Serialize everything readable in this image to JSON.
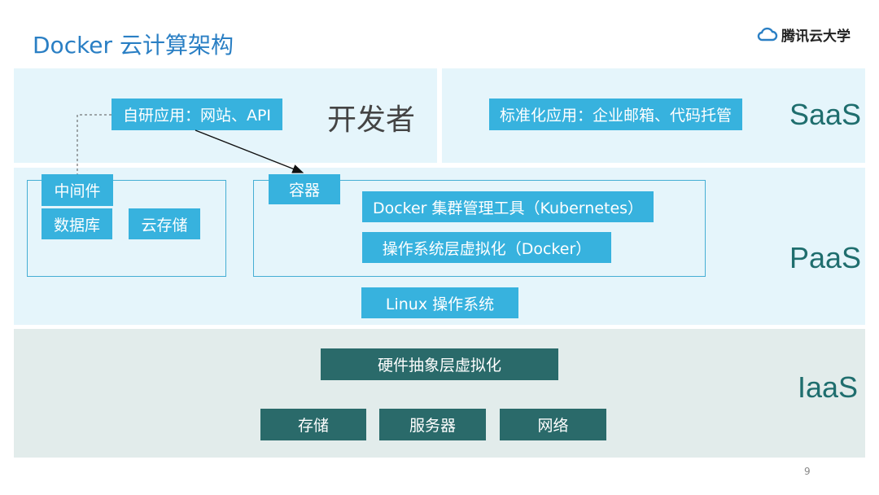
{
  "title": "Docker 云计算架构",
  "logo": {
    "text": "腾讯云大学",
    "icon": "cloud-icon",
    "color": "#2a7fc4"
  },
  "layers": {
    "saas": "SaaS",
    "paas": "PaaS",
    "iaas": "IaaS"
  },
  "saas": {
    "self_app": "自研应用：网站、API",
    "developer": "开发者",
    "standard_app": "标准化应用：企业邮箱、代码托管"
  },
  "paas": {
    "middleware": "中间件",
    "database": "数据库",
    "cloud_storage": "云存储",
    "container": "容器",
    "kubernetes": "Docker 集群管理工具（Kubernetes）",
    "docker_virt": "操作系统层虚拟化（Docker）",
    "linux": "Linux 操作系统"
  },
  "iaas": {
    "hw_virt": "硬件抽象层虚拟化",
    "storage": "存储",
    "server": "服务器",
    "network": "网络"
  },
  "page_number": "9",
  "colors": {
    "title": "#2a7fc4",
    "blue_box": "#37b2de",
    "teal_box": "#2a6a6a",
    "paas_band": "#e5f5fb",
    "iaas_band": "#e2eceb"
  }
}
